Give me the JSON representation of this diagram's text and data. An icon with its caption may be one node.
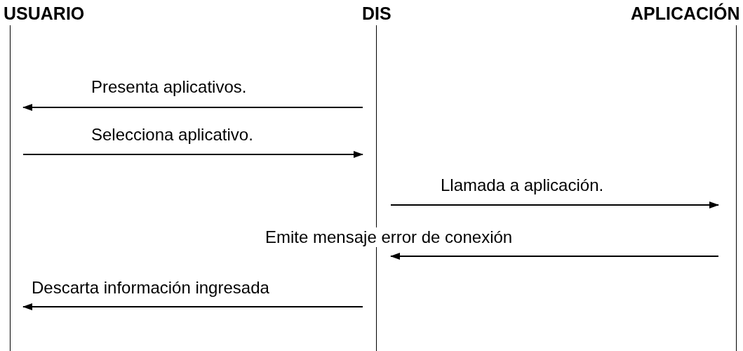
{
  "diagram": {
    "nodes": [
      {
        "text": [
          "USUARIO"
        ]
      },
      {
        "text": [
          "DIS"
        ]
      },
      {
        "text": [
          "APLICACIÓN"
        ]
      }
    ],
    "edges": [
      {
        "from": 1,
        "to": 0,
        "arrow": "to",
        "label": "Presenta aplicativos."
      },
      {
        "from": 0,
        "to": 1,
        "arrow": "to",
        "label": "Selecciona aplicativo."
      },
      {
        "from": 1,
        "to": 2,
        "arrow": "to",
        "label": "Llamada a aplicación."
      },
      {
        "from": 2,
        "to": 1,
        "arrow": "to",
        "label": "Emite mensaje error de conexión"
      },
      {
        "from": 1,
        "to": 0,
        "arrow": "to",
        "label": "Descarta información ingresada"
      }
    ]
  }
}
